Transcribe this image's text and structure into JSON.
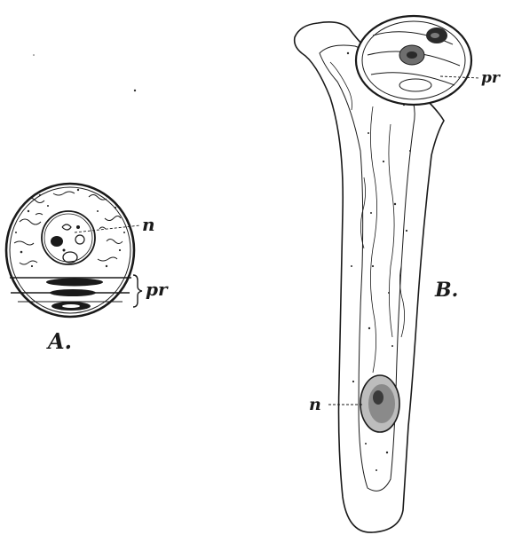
{
  "figure_a": {
    "label": "A.",
    "nucleus_label": "n",
    "prothallial_label": "pr"
  },
  "figure_b": {
    "label": "B.",
    "nucleus_label": "n",
    "prothallial_label": "pr"
  }
}
